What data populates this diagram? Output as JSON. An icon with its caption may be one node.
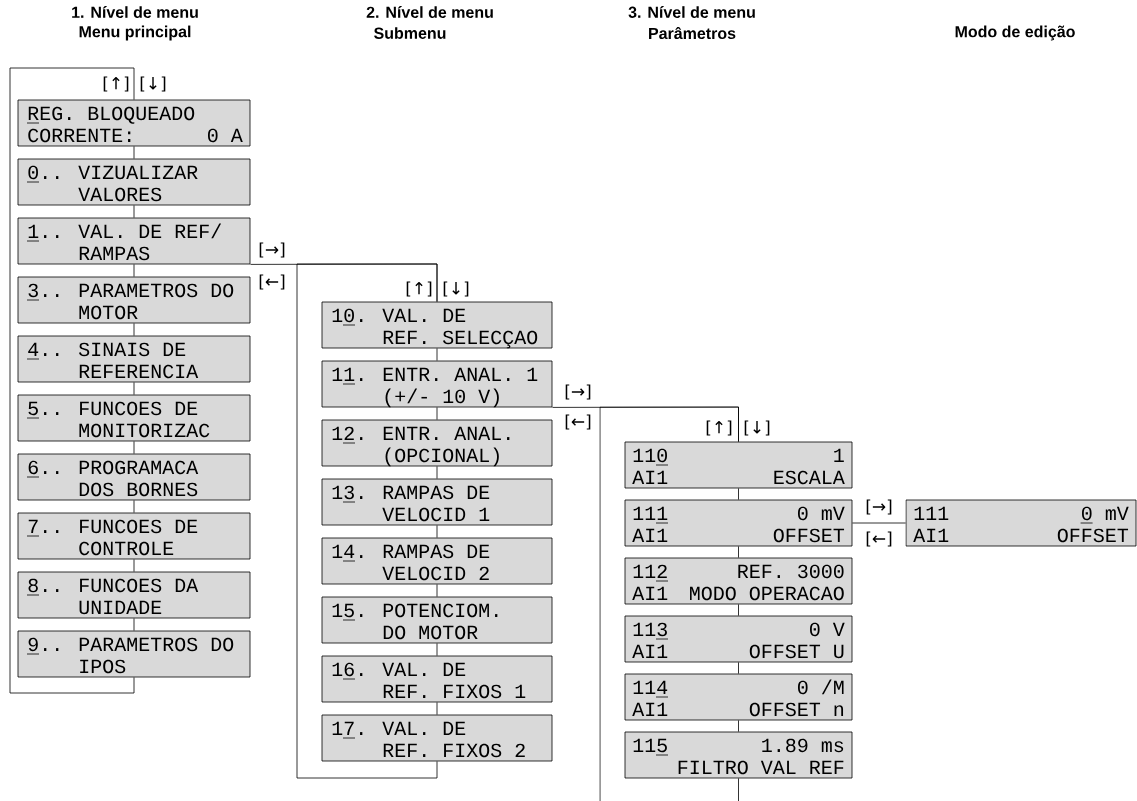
{
  "diagram": {
    "nodes": [
      {
        "text": [
          "REG. BLOQUEADO",
          "CORRENTE:",
          "0 A"
        ]
      },
      {
        "text": [
          "0..",
          "VIZUALIZAR",
          "VALORES"
        ]
      },
      {
        "text": [
          "1..",
          "VAL. DE REF/",
          "RAMPAS"
        ]
      },
      {
        "text": [
          "3..",
          "PARAMETROS DO",
          "MOTOR"
        ]
      },
      {
        "text": [
          "4..",
          "SINAIS DE",
          "REFERENCIA"
        ]
      },
      {
        "text": [
          "5..",
          "FUNCOES DE",
          "MONITORIZAC"
        ]
      },
      {
        "text": [
          "6..",
          "PROGRAMACA",
          "DOS BORNES"
        ]
      },
      {
        "text": [
          "7..",
          "FUNCOES DE",
          "CONTROLE"
        ]
      },
      {
        "text": [
          "8..",
          "FUNCOES DA",
          "UNIDADE"
        ]
      },
      {
        "text": [
          "9..",
          "PARAMETROS DO",
          "IPOS"
        ]
      },
      {
        "text": [
          "10.",
          "VAL. DE",
          "REF. SELECÇAO"
        ]
      },
      {
        "text": [
          "11.",
          "ENTR. ANAL. 1",
          "(+/- 10 V)"
        ]
      },
      {
        "text": [
          "12.",
          "ENTR. ANAL.",
          "(OPCIONAL)"
        ]
      },
      {
        "text": [
          "13.",
          "RAMPAS DE",
          "VELOCID 1"
        ]
      },
      {
        "text": [
          "14.",
          "RAMPAS DE",
          "VELOCID 2"
        ]
      },
      {
        "text": [
          "15.",
          "POTENCIOM.",
          "DO MOTOR"
        ]
      },
      {
        "text": [
          "16.",
          "VAL. DE",
          "REF. FIXOS 1"
        ]
      },
      {
        "text": [
          "17.",
          "VAL. DE",
          "REF. FIXOS 2"
        ]
      },
      {
        "text": [
          "110",
          "1",
          "AI1",
          "ESCALA"
        ]
      },
      {
        "text": [
          "111",
          "0 mV",
          "AI1",
          "OFFSET"
        ]
      },
      {
        "text": [
          "112",
          "REF. 3000",
          "AI1",
          "MODO OPERACAO"
        ]
      },
      {
        "text": [
          "113",
          "0 V",
          "AI1",
          "OFFSET U"
        ]
      },
      {
        "text": [
          "114",
          "0 /M",
          "AI1",
          "OFFSET n"
        ]
      },
      {
        "text": [
          "115",
          "1.89 ms",
          "FILTRO VAL REF"
        ]
      },
      {
        "text": [
          "111",
          "0 mV",
          "AI1",
          "OFFSET"
        ]
      }
    ],
    "edges": [
      {
        "from": 0,
        "to": 1,
        "arrow": "none"
      },
      {
        "from": 1,
        "to": 2,
        "arrow": "none"
      },
      {
        "from": 2,
        "to": 3,
        "arrow": "none"
      },
      {
        "from": 3,
        "to": 4,
        "arrow": "none"
      },
      {
        "from": 4,
        "to": 5,
        "arrow": "none"
      },
      {
        "from": 5,
        "to": 6,
        "arrow": "none"
      },
      {
        "from": 6,
        "to": 7,
        "arrow": "none"
      },
      {
        "from": 7,
        "to": 8,
        "arrow": "none"
      },
      {
        "from": 8,
        "to": 9,
        "arrow": "none"
      },
      {
        "from": 9,
        "to": 0,
        "arrow": "none"
      },
      {
        "from": 2,
        "to": 10,
        "arrow": "none"
      },
      {
        "from": 10,
        "to": 11,
        "arrow": "none"
      },
      {
        "from": 11,
        "to": 12,
        "arrow": "none"
      },
      {
        "from": 12,
        "to": 13,
        "arrow": "none"
      },
      {
        "from": 13,
        "to": 14,
        "arrow": "none"
      },
      {
        "from": 14,
        "to": 15,
        "arrow": "none"
      },
      {
        "from": 15,
        "to": 16,
        "arrow": "none"
      },
      {
        "from": 16,
        "to": 17,
        "arrow": "none"
      },
      {
        "from": 17,
        "to": 10,
        "arrow": "none"
      },
      {
        "from": 11,
        "to": 18,
        "arrow": "none"
      },
      {
        "from": 18,
        "to": 19,
        "arrow": "none"
      },
      {
        "from": 19,
        "to": 20,
        "arrow": "none"
      },
      {
        "from": 20,
        "to": 21,
        "arrow": "none"
      },
      {
        "from": 21,
        "to": 22,
        "arrow": "none"
      },
      {
        "from": 22,
        "to": 23,
        "arrow": "none"
      },
      {
        "from": 23,
        "to": null,
        "arrow": "none"
      },
      {
        "from": null,
        "to": 18,
        "arrow": "none"
      },
      {
        "from": 19,
        "to": 24,
        "arrow": "none"
      }
    ],
    "labels": [
      "1. Nível de menu",
      "Menu principal",
      "2. Nível de menu",
      "Submenu",
      "3. Nível de menu",
      "Parâmetros",
      "Modo de edição",
      "[↑]",
      "[↓]",
      "[→]",
      "[←]",
      "[↑]",
      "[↓]",
      "[→]",
      "[←]",
      "[↑]",
      "[↓]",
      "[→]",
      "[←]"
    ]
  }
}
